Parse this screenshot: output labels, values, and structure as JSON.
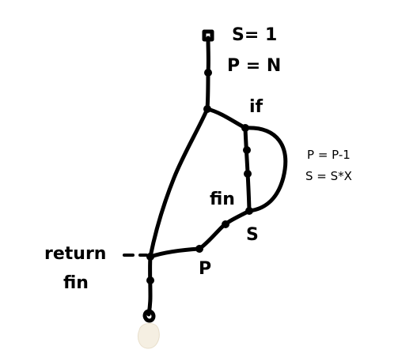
{
  "labels": {
    "s_init": "S= 1",
    "p_init": "P = N",
    "if_label": "if",
    "p_update": "P = P-1",
    "s_update": "S = S*X",
    "fin_inner": "fin",
    "s_node": "S",
    "p_node": "P",
    "return_label": "return",
    "fin_outer": "fin"
  },
  "colors": {
    "ink": "#000000",
    "background": "#ffffff",
    "end_blob": "#f5efe2"
  }
}
